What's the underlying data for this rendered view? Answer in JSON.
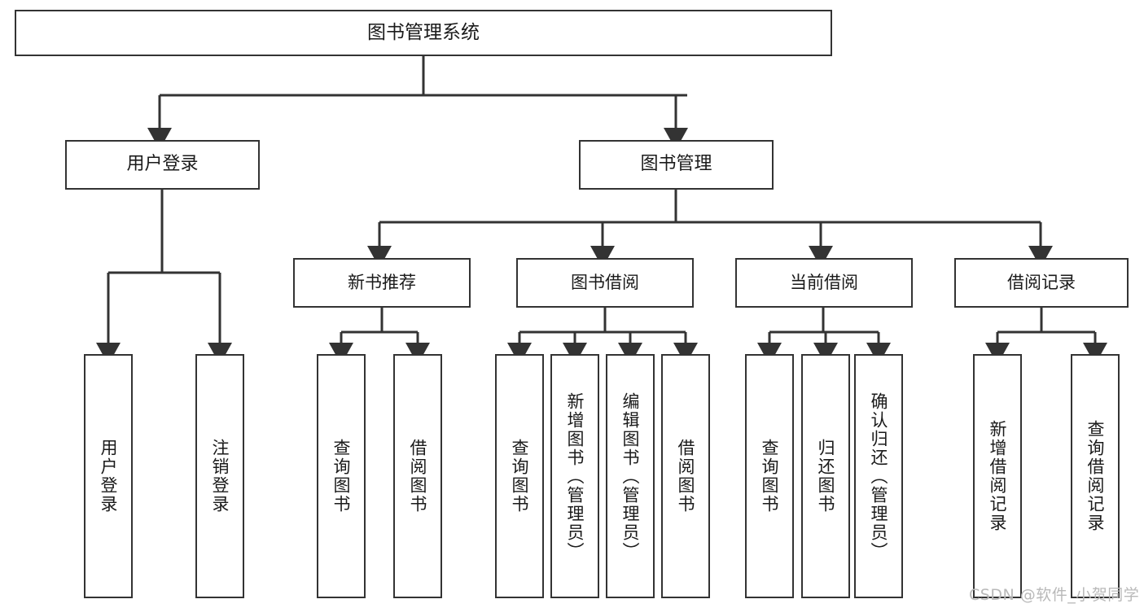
{
  "diagram": {
    "title": "图书管理系统",
    "background_color": "#ffffff",
    "line_color": "#333333",
    "box_border_color": "#333333",
    "box_fill_color": "#ffffff",
    "text_color": "#1a1a1a",
    "type": "hierarchy-tree"
  },
  "root": {
    "label": "图书管理系统"
  },
  "level1": [
    {
      "label": "用户登录"
    },
    {
      "label": "图书管理"
    }
  ],
  "level2": [
    {
      "label": "新书推荐"
    },
    {
      "label": "图书借阅"
    },
    {
      "label": "当前借阅"
    },
    {
      "label": "借阅记录"
    }
  ],
  "leaves": {
    "user_login": [
      {
        "label": "用户登录"
      },
      {
        "label": "注销登录"
      }
    ],
    "new_book_recommend": [
      {
        "label": "查询图书"
      },
      {
        "label": "借阅图书"
      }
    ],
    "book_borrow": [
      {
        "label": "查询图书"
      },
      {
        "label": "新增图书（管理员）"
      },
      {
        "label": "编辑图书（管理员）"
      },
      {
        "label": "借阅图书"
      }
    ],
    "current_borrow": [
      {
        "label": "查询图书"
      },
      {
        "label": "归还图书"
      },
      {
        "label": "确认归还（管理员）"
      }
    ],
    "borrow_record": [
      {
        "label": "新增借阅记录"
      },
      {
        "label": "查询借阅记录"
      }
    ]
  },
  "watermark": {
    "text": "CSDN @软件_小贺同学"
  }
}
